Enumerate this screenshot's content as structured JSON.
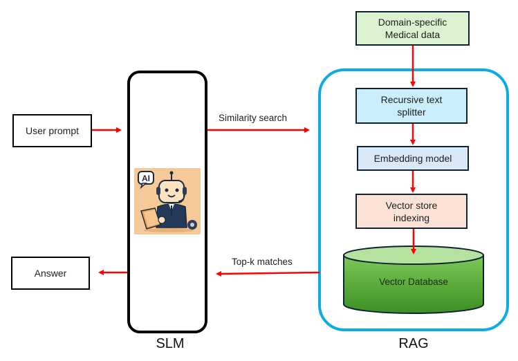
{
  "diagram": {
    "nodes": {
      "user_prompt": "User prompt",
      "answer": "Answer",
      "domain_data": "Domain-specific Medical data",
      "splitter": "Recursive text splitter",
      "embedding": "Embedding model",
      "vector_store": "Vector store indexing",
      "vector_db": "Vector Database"
    },
    "node_lines": {
      "domain_data": [
        "Domain-specific",
        "Medical data"
      ],
      "splitter": [
        "Recursive text",
        "splitter"
      ],
      "vector_store": [
        "Vector store",
        "indexing"
      ]
    },
    "groups": {
      "slm": "SLM",
      "rag": "RAG"
    },
    "edge_labels": {
      "similarity": "Similarity search",
      "topk": "Top-k matches"
    },
    "image": {
      "robot_badge": "AI",
      "icon": "robot-reading-book-icon"
    },
    "edges": [
      {
        "from": "User prompt",
        "to": "SLM"
      },
      {
        "from": "SLM",
        "to": "RAG",
        "label": "Similarity search"
      },
      {
        "from": "Domain-specific Medical data",
        "to": "Recursive text splitter"
      },
      {
        "from": "Recursive text splitter",
        "to": "Embedding model"
      },
      {
        "from": "Embedding model",
        "to": "Vector store indexing"
      },
      {
        "from": "Vector store indexing",
        "to": "Vector Database"
      },
      {
        "from": "RAG",
        "to": "SLM",
        "label": "Top-k matches"
      },
      {
        "from": "SLM",
        "to": "Answer"
      }
    ],
    "colors": {
      "arrow": "#ff0000",
      "rag_border": "#0eaae6",
      "slm_border": "#000000",
      "domain_fill": "#dbf2d0",
      "splitter_fill": "#caeefb",
      "embedding_fill": "#dae9f8",
      "vector_store_fill": "#fbe2d5",
      "db_fill": "#4ea72e"
    }
  }
}
